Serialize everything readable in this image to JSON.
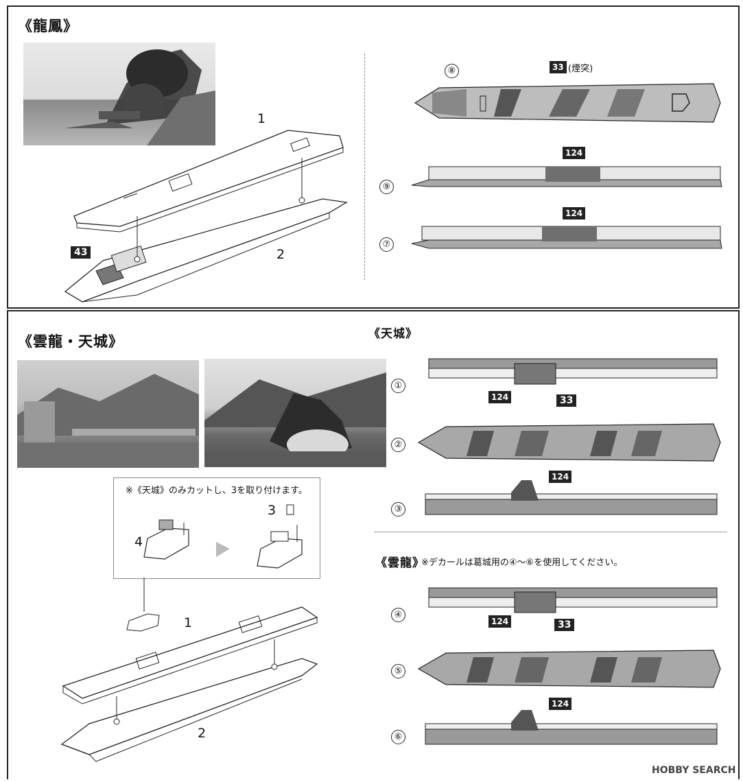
{
  "section_top": {
    "title": "《龍鳳》",
    "part_numbers": [
      "1",
      "2"
    ],
    "decal_badge": "43",
    "views": [
      {
        "circle": "⑧",
        "badge": "33",
        "badge_note": "(煙突)"
      },
      {
        "circle": "⑨",
        "badge": "124"
      },
      {
        "circle": "⑦",
        "badge": "124"
      }
    ]
  },
  "section_bottom": {
    "title": "《雲龍・天城》",
    "amagi_title": "《天城》",
    "unryu_title": "《雲龍》",
    "unryu_note": "※デカールは葛城用の④〜⑥を使用してください。",
    "inset_note": "※《天城》のみカットし、3を取り付けます。",
    "inset_parts": {
      "before": "4",
      "after": "3"
    },
    "part_numbers": [
      "1",
      "2"
    ],
    "amagi_views": [
      {
        "circle": "①",
        "badge": "124"
      },
      {
        "circle": "②",
        "badge": "33"
      },
      {
        "circle": "③",
        "badge": "124"
      }
    ],
    "unryu_views": [
      {
        "circle": "④",
        "badge": "124"
      },
      {
        "circle": "⑤",
        "badge": "33"
      },
      {
        "circle": "⑥",
        "badge": "124"
      }
    ]
  },
  "watermark": "HOBBY SEARCH",
  "colors": {
    "line": "#222222",
    "hull_gray": "#9a9a9a",
    "deck_gray": "#c8c8c8",
    "badge": "#222222"
  }
}
